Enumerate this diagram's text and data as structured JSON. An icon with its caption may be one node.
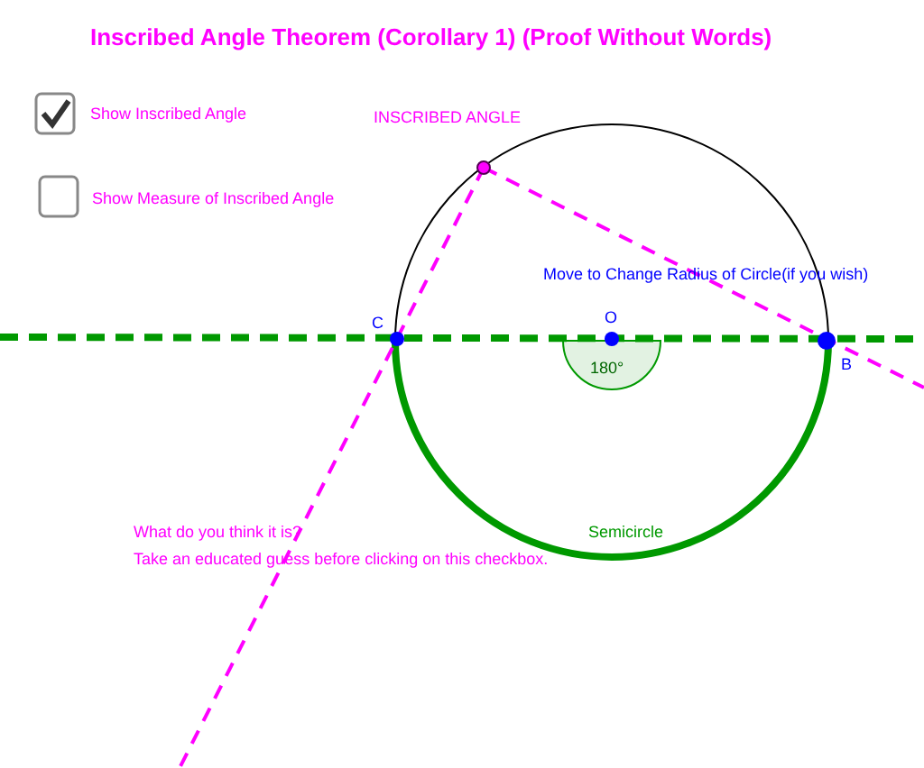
{
  "diagram": {
    "title": "Inscribed Angle Theorem (Corollary 1) (Proof Without Words)",
    "labels": [
      "Show Inscribed Angle",
      "INSCRIBED ANGLE",
      "Show Measure of Inscribed Angle",
      "Move to Change Radius of Circle(if you wish)",
      "C",
      "O",
      "B",
      "180°",
      "What do you think it is?",
      "Semicircle",
      "Take an educated guess before clicking on this checkbox."
    ]
  }
}
